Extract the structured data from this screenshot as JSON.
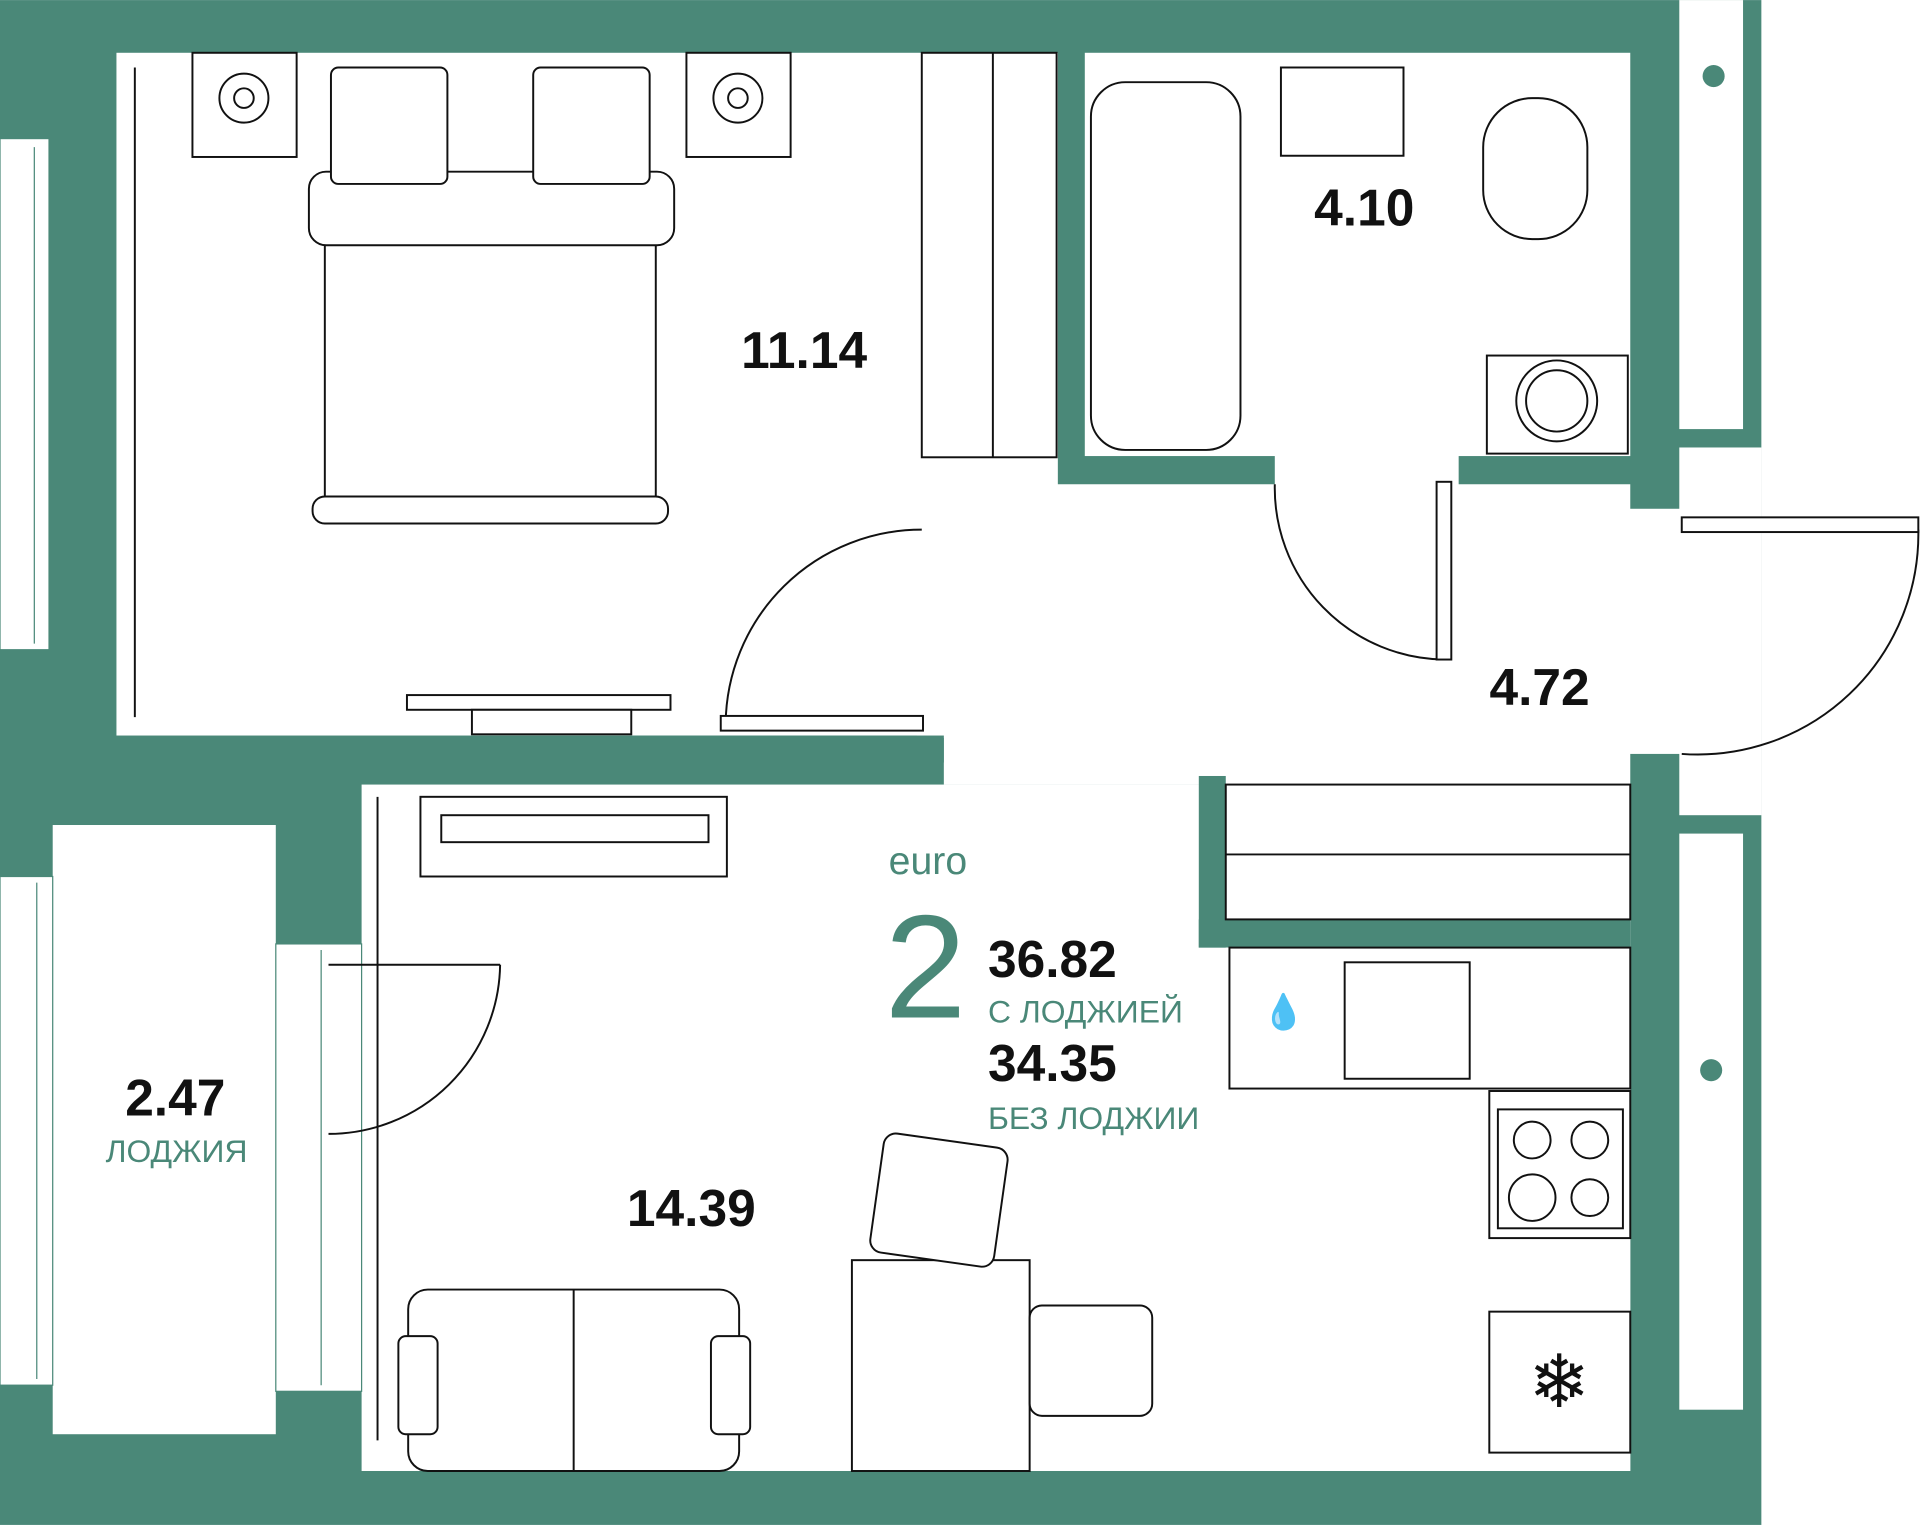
{
  "plan": {
    "type_prefix": "euro",
    "rooms_count": "2",
    "area_with_loggia": "36.82",
    "area_with_loggia_label": "С ЛОДЖИЕЙ",
    "area_without_loggia": "34.35",
    "area_without_loggia_label": "БЕЗ ЛОДЖИИ"
  },
  "rooms": {
    "bedroom": "11.14",
    "bathroom": "4.10",
    "hall": "4.72",
    "living": "14.39",
    "loggia": "2.47",
    "loggia_label": "ЛОДЖИЯ"
  },
  "colors": {
    "wall": "#4a8878",
    "accent": "#4a8878",
    "text": "#111111"
  }
}
